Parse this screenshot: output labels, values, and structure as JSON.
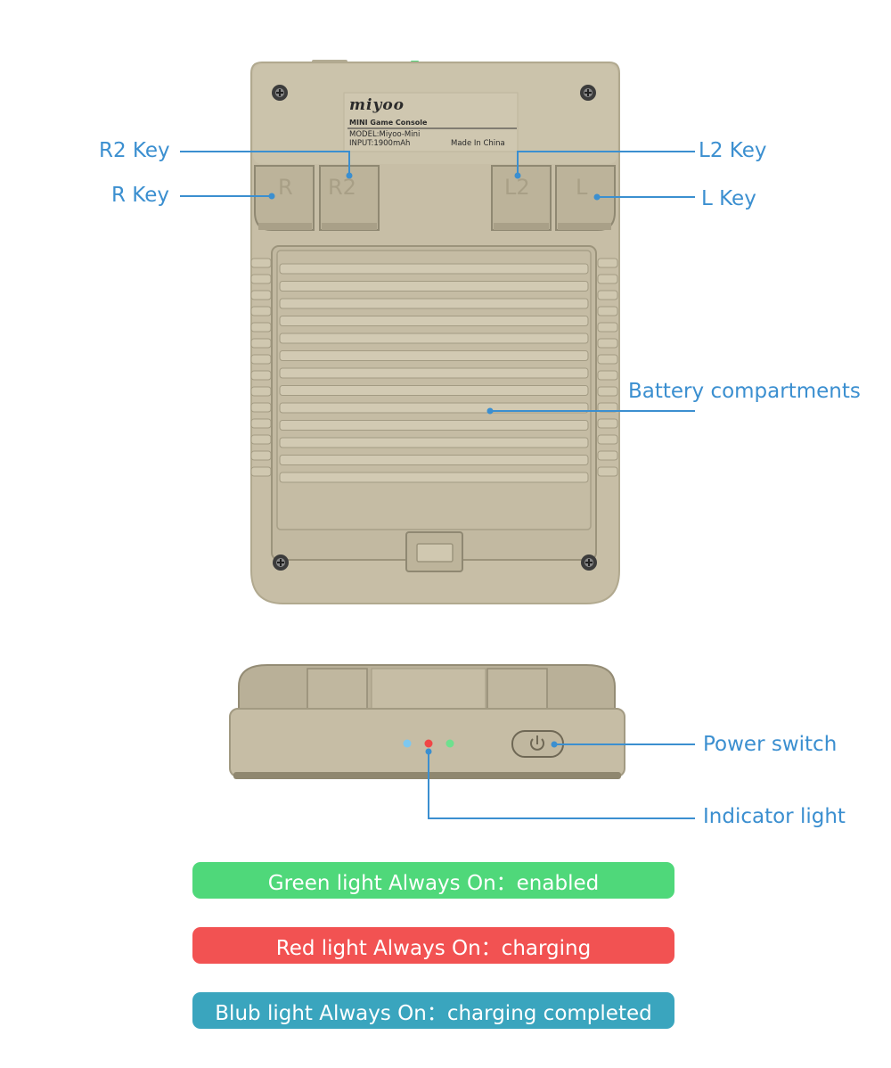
{
  "colors": {
    "accent": "#3b8fd0",
    "shell": "#c7bea6",
    "shell_shadow": "#a79f87",
    "green": "#4fd87a",
    "red": "#f25252",
    "blue": "#3aa5be"
  },
  "label_plate": {
    "brand": "miyoo",
    "product": "MINI Game Console",
    "model": "MODEL:Miyoo-Mini",
    "input": "INPUT:1900mAh",
    "origin": "Made In China"
  },
  "button_marks": {
    "r": "R",
    "r2": "R2",
    "l2": "L2",
    "l": "L"
  },
  "callouts": {
    "r2_key": "R2 Key",
    "r_key": "R Key",
    "l2_key": "L2 Key",
    "l_key": "L Key",
    "battery": "Battery compartments",
    "power": "Power switch",
    "indicator": "Indicator light"
  },
  "status_banners": [
    {
      "text": "Green light Always On：enabled",
      "color": "#4fd87a"
    },
    {
      "text": "Red light Always On：charging",
      "color": "#f25252"
    },
    {
      "text": "Blub light Always On：charging completed",
      "color": "#3aa5be"
    }
  ],
  "icons": {
    "power": "power-icon",
    "screw": "screw-icon"
  }
}
